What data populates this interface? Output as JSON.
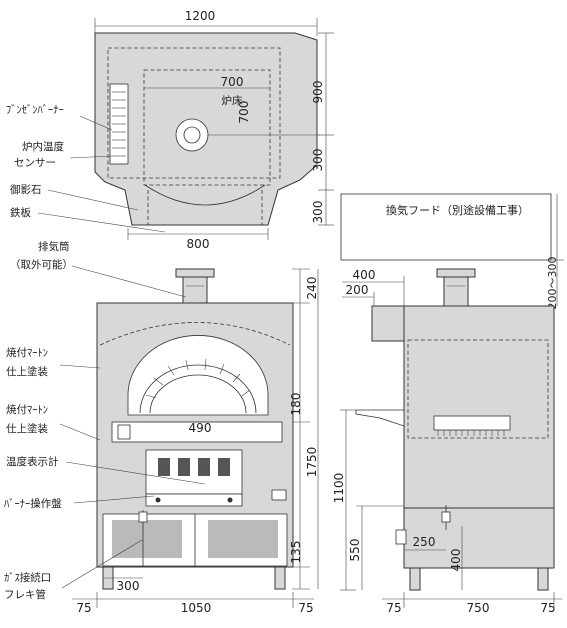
{
  "plan_view": {
    "dimensions": {
      "overall_width": "1200",
      "overall_depth": "900",
      "hearth_width": "700",
      "hearth_depth": "700",
      "sensor_offset": "300",
      "front_depth": "300",
      "front_width": "800"
    },
    "labels": {
      "hearth": "炉床",
      "bunsen_burner": "ﾌﾞﾝｾﾞﾝﾊﾞｰﾅｰ",
      "sensor_line1": "炉内温度",
      "sensor_line2": "センサー",
      "stone": "御影石",
      "iron_plate": "鉄板"
    }
  },
  "front_view": {
    "dimensions": {
      "flue_height": "240",
      "opening_height": "180",
      "opening_width": "490",
      "total_height": "1750",
      "base_height": "135",
      "left_margin": "75",
      "body_width": "1050",
      "right_margin": "75",
      "gas_offset": "300"
    },
    "labels": {
      "flue_line1": "排気筒",
      "flue_line2": "（取外可能）",
      "finish1_line1": "焼付ﾏｰﾄﾝ",
      "finish1_line2": "仕上塗装",
      "finish2_line1": "焼付ﾏｰﾄﾝ",
      "finish2_line2": "仕上塗装",
      "thermometer": "温度表示計",
      "burner_panel": "ﾊﾞｰﾅｰ操作盤",
      "gas_line1": "ｶﾞｽ接続口",
      "gas_line2": "フレキ管"
    }
  },
  "side_view": {
    "dimensions": {
      "hood_offset": "400",
      "flue_offset": "200",
      "hood_gap": "200～300",
      "counter_height": "1100",
      "base_height": "550",
      "gas_horizontal": "250",
      "gas_vertical": "400",
      "left_margin": "75",
      "depth": "750",
      "right_margin": "75"
    },
    "labels": {
      "hood": "換気フード（別途設備工事）"
    }
  }
}
